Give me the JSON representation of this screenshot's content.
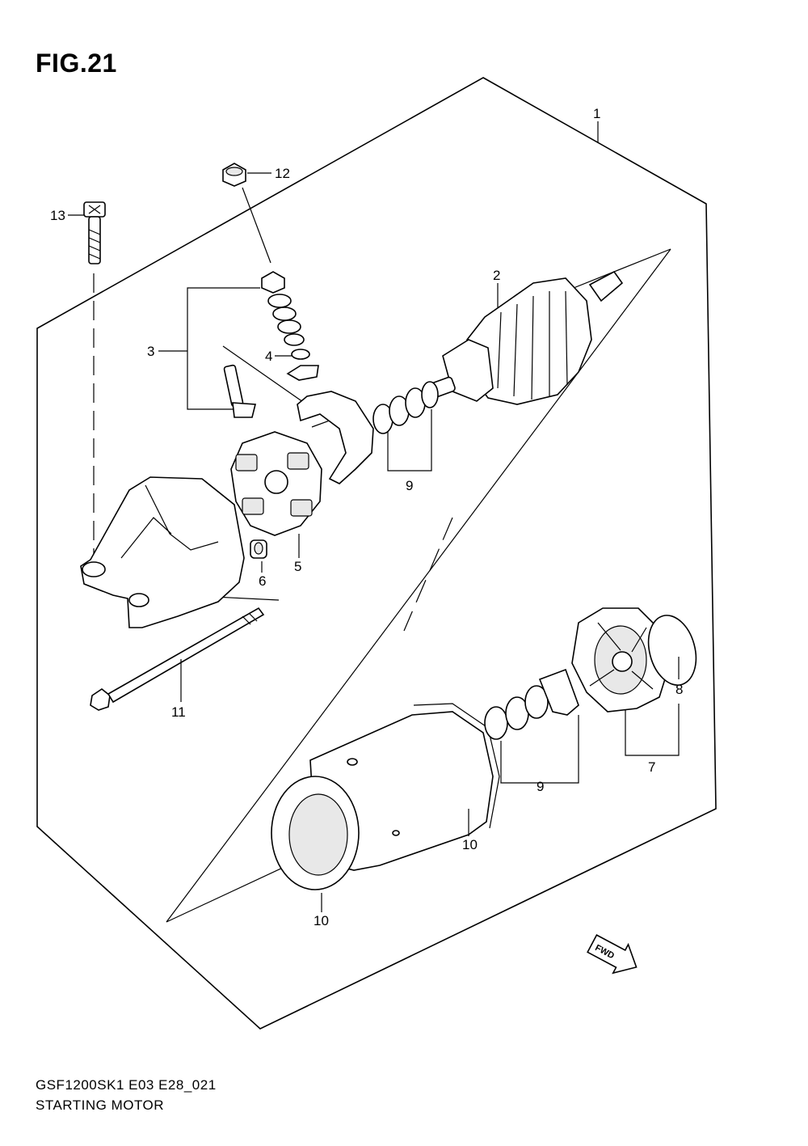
{
  "figure": {
    "title": "FIG.21",
    "model_code": "GSF1200SK1 E03 E28_021",
    "caption": "STARTING MOTOR",
    "fwd_label": "FWD"
  },
  "callouts": [
    {
      "id": "1",
      "label": "1"
    },
    {
      "id": "2",
      "label": "2"
    },
    {
      "id": "3",
      "label": "3"
    },
    {
      "id": "4",
      "label": "4"
    },
    {
      "id": "5",
      "label": "5"
    },
    {
      "id": "6",
      "label": "6"
    },
    {
      "id": "7",
      "label": "7"
    },
    {
      "id": "8",
      "label": "8"
    },
    {
      "id": "9a",
      "label": "9"
    },
    {
      "id": "9b",
      "label": "9"
    },
    {
      "id": "10a",
      "label": "10"
    },
    {
      "id": "10b",
      "label": "10"
    },
    {
      "id": "11",
      "label": "11"
    },
    {
      "id": "12",
      "label": "12"
    },
    {
      "id": "13",
      "label": "13"
    }
  ]
}
